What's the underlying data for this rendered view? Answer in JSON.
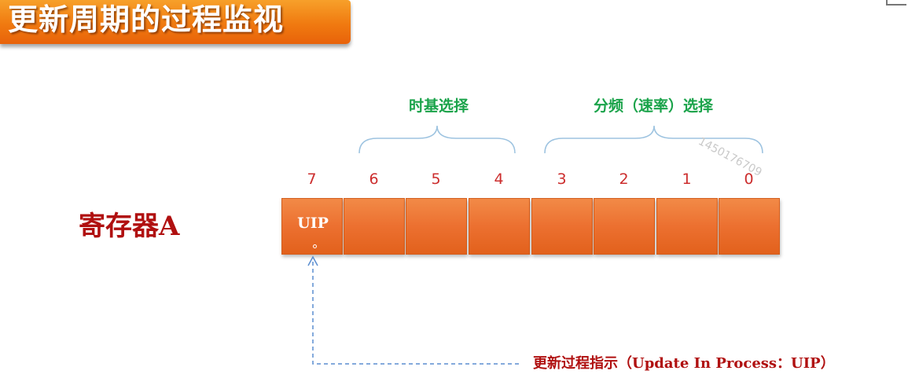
{
  "title": "更新周期的过程监视",
  "watermark": "1450176709",
  "groups": {
    "timebase": {
      "label": "时基选择"
    },
    "divider": {
      "label": "分频（速率）选择"
    }
  },
  "register": {
    "label": "寄存器A",
    "bits": [
      {
        "number": "7",
        "content": "UIP"
      },
      {
        "number": "6",
        "content": ""
      },
      {
        "number": "5",
        "content": ""
      },
      {
        "number": "4",
        "content": ""
      },
      {
        "number": "3",
        "content": ""
      },
      {
        "number": "2",
        "content": ""
      },
      {
        "number": "1",
        "content": ""
      },
      {
        "number": "0",
        "content": ""
      }
    ]
  },
  "annotation": {
    "text": "更新过程指示（Update In Process：UIP）"
  },
  "colors": {
    "title_banner": "#f07a10",
    "cell_fill": "#ec7030",
    "group_label": "#1aa34a",
    "bit_number": "#cc2d2d",
    "register_label": "#b01010",
    "brace": "#9dc3e0",
    "arrow": "#5b8ed0"
  }
}
